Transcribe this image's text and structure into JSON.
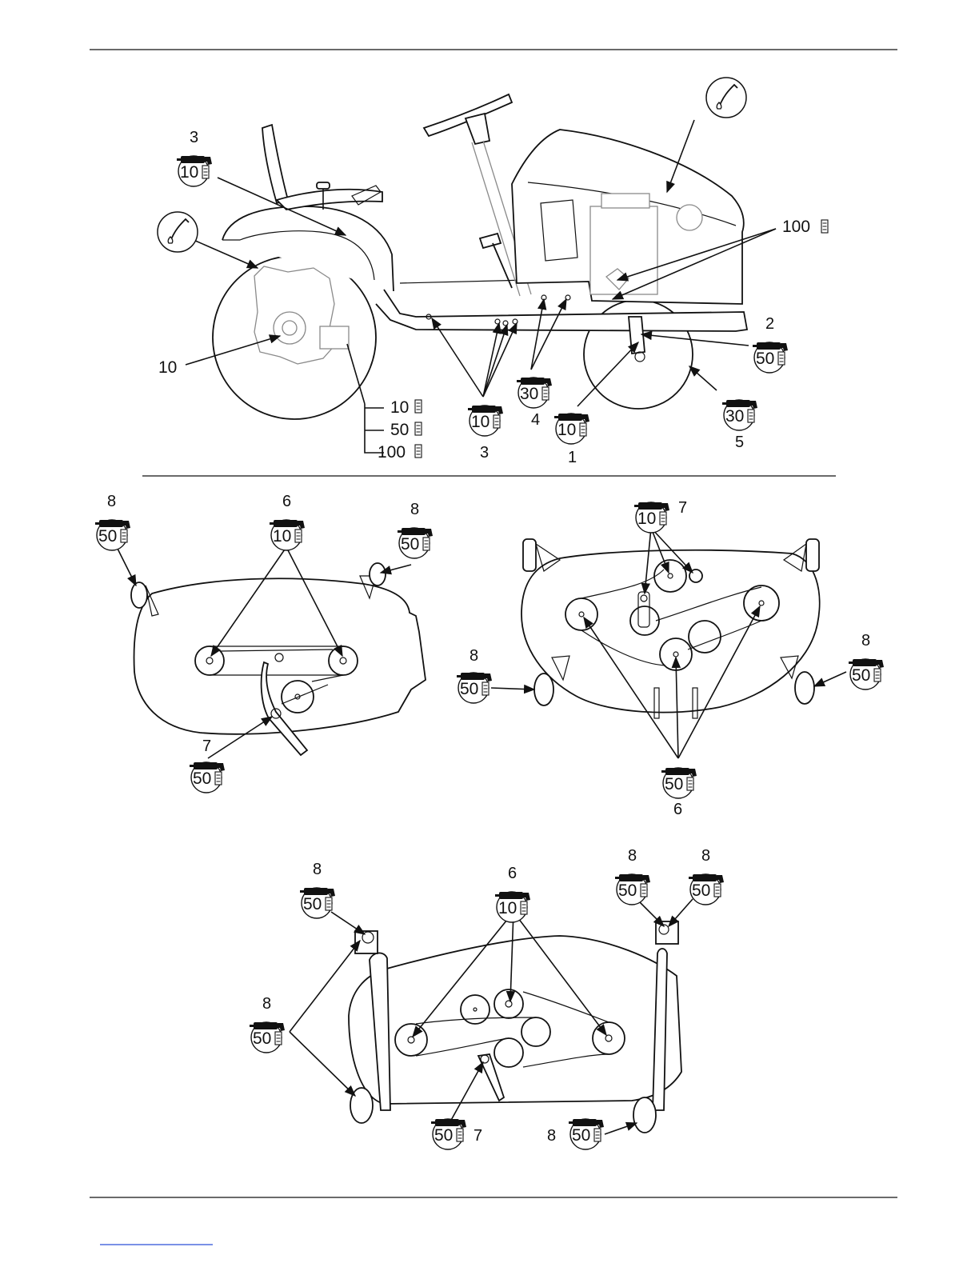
{
  "colors": {
    "ink": "#111111",
    "faded_parts": "#8a8a8a",
    "paper": "#ffffff"
  },
  "icons": {
    "grease": "grease-gun-icon",
    "oil": "oil-can-icon",
    "hours": "hour-meter-icon"
  },
  "tractor": {
    "callouts": [
      {
        "number": "3",
        "interval": "10"
      },
      {
        "number": "2",
        "interval": "50"
      },
      {
        "number": "4",
        "interval": "30"
      },
      {
        "number": "3",
        "interval": "10"
      },
      {
        "number": "1",
        "interval": "10"
      },
      {
        "number": "5",
        "interval": "30"
      }
    ],
    "engine_oil_interval": "100",
    "rear_wheel_label": "10",
    "transmission_intervals": [
      "10",
      "50",
      "100"
    ]
  },
  "deck_left": {
    "callouts": [
      {
        "number": "8",
        "interval": "50"
      },
      {
        "number": "6",
        "interval": "10"
      },
      {
        "number": "8",
        "interval": "50"
      },
      {
        "number": "7",
        "interval": "50"
      }
    ]
  },
  "deck_right": {
    "callouts": [
      {
        "number": "7",
        "interval": "10"
      },
      {
        "number": "8",
        "interval": "50"
      },
      {
        "number": "8",
        "interval": "50"
      },
      {
        "number": "6",
        "interval": "50"
      }
    ]
  },
  "deck_bottom": {
    "callouts": [
      {
        "number": "8",
        "interval": "50"
      },
      {
        "number": "6",
        "interval": "10"
      },
      {
        "number": "8",
        "interval": "50"
      },
      {
        "number": "8",
        "interval": "50"
      },
      {
        "number": "8",
        "interval": "50"
      },
      {
        "number": "7",
        "interval": "50"
      },
      {
        "number": "8",
        "interval": "50"
      }
    ]
  }
}
